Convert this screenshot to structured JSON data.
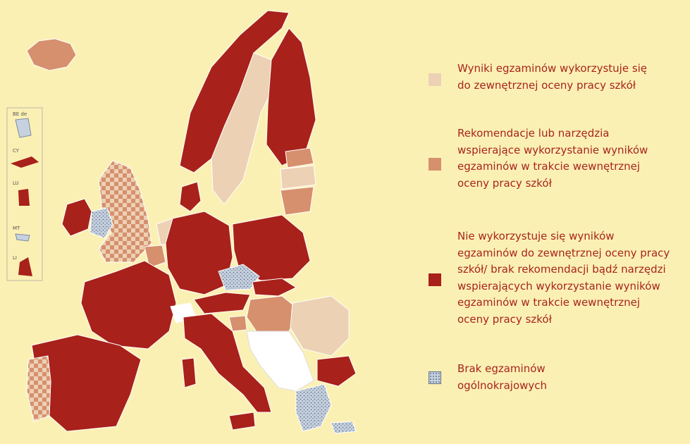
{
  "colors": {
    "background": "#fbf0b4",
    "light": "#ecd1b4",
    "medium": "#d6906e",
    "dark": "#a8211b",
    "none": "#c7d2e0",
    "legend_text": "#a8241c",
    "border": "#ffffff"
  },
  "inset": {
    "labels": [
      "BE de",
      "CY",
      "LU",
      "MT",
      "LI"
    ]
  },
  "legend": {
    "items": [
      {
        "category": "light",
        "color": "#ecd1b4",
        "text": "Wyniki egzaminów wykorzystuje się do zewnętrznej oceny pracy szkół",
        "lines": [
          "Wyniki egzaminów wykorzystuje się",
          "do zewnętrznej oceny pracy szkół"
        ]
      },
      {
        "category": "medium",
        "color": "#d6906e",
        "text": "Rekomendacje lub narzędzia wspierające wykorzystanie wyników egzaminów w trakcie wewnętrznej oceny pracy szkół",
        "lines": [
          "Rekomendacje lub narzędzia",
          "wspierające wykorzystanie wyników",
          "egzaminów w trakcie wewnętrznej",
          "oceny pracy szkół"
        ]
      },
      {
        "category": "dark",
        "color": "#a8211b",
        "text": "Nie wykorzystuje się wyników egzaminów do zewnętrznej oceny pracy szkół/ brak rekomendacji bądź narzędzi wspierających wykorzystanie wyników egzaminów w trakcie wewnętrznej oceny pracy szkół",
        "lines": [
          "Nie wykorzystuje się wyników",
          "egzaminów do zewnętrznej oceny pracy",
          "szkół/ brak rekomendacji bądź narzędzi",
          "wspierających wykorzystanie wyników",
          "egzaminów w trakcie wewnętrznej",
          "oceny pracy szkół"
        ]
      },
      {
        "category": "none",
        "color": "#c7d2e0",
        "text": "Brak egzaminów ogólnokrajowych",
        "lines": [
          "Brak egzaminów",
          "ogólnokrajowych"
        ]
      }
    ]
  }
}
